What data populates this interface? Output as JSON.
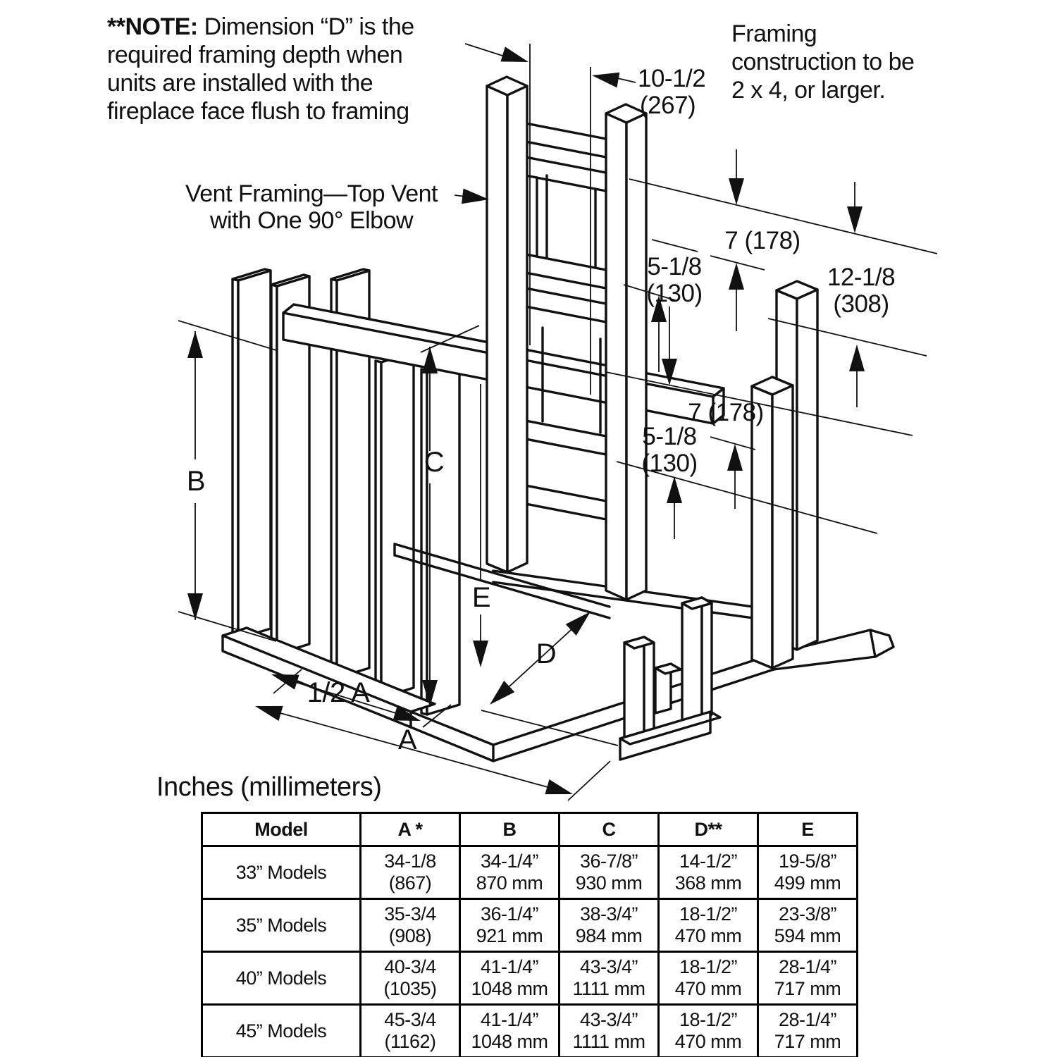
{
  "note": {
    "bold": "**NOTE:",
    "line1_rest": " Dimension “D” is the",
    "line2": "required framing depth when",
    "line3": "units are installed with the",
    "line4": "fireplace face flush to framing"
  },
  "framing_note": {
    "line1": "Framing",
    "line2": "construction to be",
    "line3": "2 x 4, or larger."
  },
  "vent_label": {
    "line1": "Vent Framing—Top Vent",
    "line2": "with One 90° Elbow"
  },
  "dims": {
    "top_in": "10-1/2",
    "top_mm": "(267)",
    "seven_upper": "7 (178)",
    "five_upper_in": "5-1/8",
    "five_upper_mm": "(130)",
    "twelve_in": "12-1/8",
    "twelve_mm": "(308)",
    "seven_lower": "7 (178)",
    "five_lower_in": "5-1/8",
    "five_lower_mm": "(130)",
    "b": "B",
    "c": "C",
    "d": "D",
    "e": "E",
    "half_a": "1/2 A",
    "a": "A"
  },
  "units_label": "Inches (millimeters)",
  "table": {
    "headers": [
      "Model",
      "A *",
      "B",
      "C",
      "D**",
      "E"
    ],
    "rows": [
      {
        "model": "33” Models",
        "a1": "34-1/8",
        "a2": "(867)",
        "b1": "34-1/4”",
        "b2": "870 mm",
        "c1": "36-7/8”",
        "c2": "930 mm",
        "d1": "14-1/2”",
        "d2": "368 mm",
        "e1": "19-5/8”",
        "e2": "499 mm"
      },
      {
        "model": "35” Models",
        "a1": "35-3/4",
        "a2": "(908)",
        "b1": "36-1/4”",
        "b2": "921 mm",
        "c1": "38-3/4”",
        "c2": "984 mm",
        "d1": "18-1/2”",
        "d2": "470 mm",
        "e1": "23-3/8”",
        "e2": "594 mm"
      },
      {
        "model": "40” Models",
        "a1": "40-3/4",
        "a2": "(1035)",
        "b1": "41-1/4”",
        "b2": "1048 mm",
        "c1": "43-3/4”",
        "c2": "1111 mm",
        "d1": "18-1/2”",
        "d2": "470 mm",
        "e1": "28-1/4”",
        "e2": "717 mm"
      },
      {
        "model": "45” Models",
        "a1": "45-3/4",
        "a2": "(1162)",
        "b1": "41-1/4”",
        "b2": "1048 mm",
        "c1": "43-3/4”",
        "c2": "1111 mm",
        "d1": "18-1/2”",
        "d2": "470 mm",
        "e1": "28-1/4”",
        "e2": "717 mm"
      }
    ]
  }
}
